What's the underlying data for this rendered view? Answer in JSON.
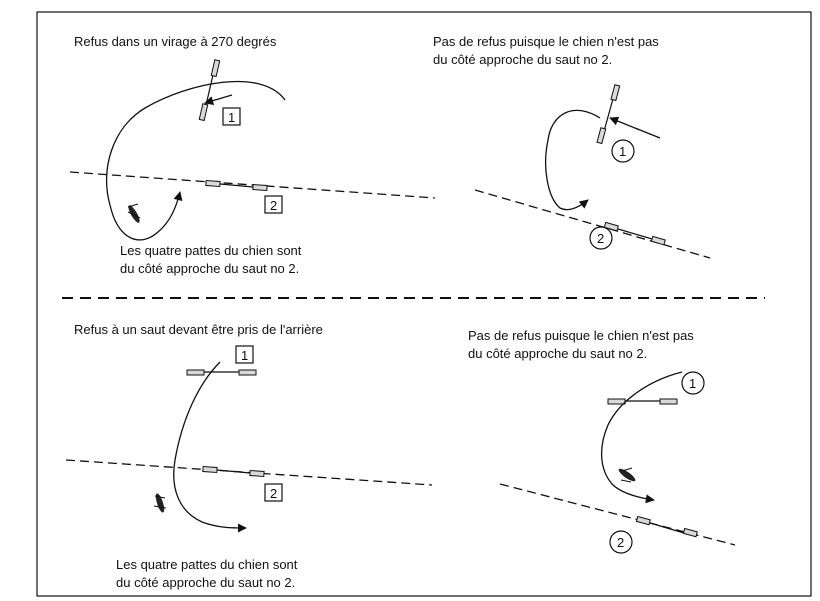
{
  "panels": {
    "top_left": {
      "caption": "Refus dans un virage à 270 degrés",
      "note_line1": "Les quatre pattes du chien sont",
      "note_line2": "du côté approche du saut no 2.",
      "label_1": "1",
      "label_2": "2"
    },
    "top_right": {
      "caption_line1": "Pas de refus puisque le chien n'est pas",
      "caption_line2": "du côté approche du saut no 2.",
      "label_1": "1",
      "label_2": "2"
    },
    "bottom_left": {
      "caption": "Refus à un saut devant être pris de l'arrière",
      "note_line1": "Les quatre pattes du chien sont",
      "note_line2": "du côté approche du saut no 2.",
      "label_1": "1",
      "label_2": "2"
    },
    "bottom_right": {
      "caption_line1": "Pas de refus puisque le chien n'est pas",
      "caption_line2": "du côté approche du saut no 2.",
      "label_1": "1",
      "label_2": "2"
    }
  }
}
